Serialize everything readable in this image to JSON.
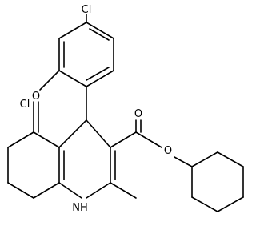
{
  "structure": {
    "atoms": {
      "cl_para": "Cl",
      "cl_ortho": "Cl",
      "ketone_o": "O",
      "carbonyl_o": "O",
      "ester_o": "O",
      "nh": "NH",
      "nh_h": "H",
      "nh_n": "N"
    },
    "colors": {
      "bond": "#000000",
      "label": "#000000",
      "background": "#ffffff"
    }
  }
}
